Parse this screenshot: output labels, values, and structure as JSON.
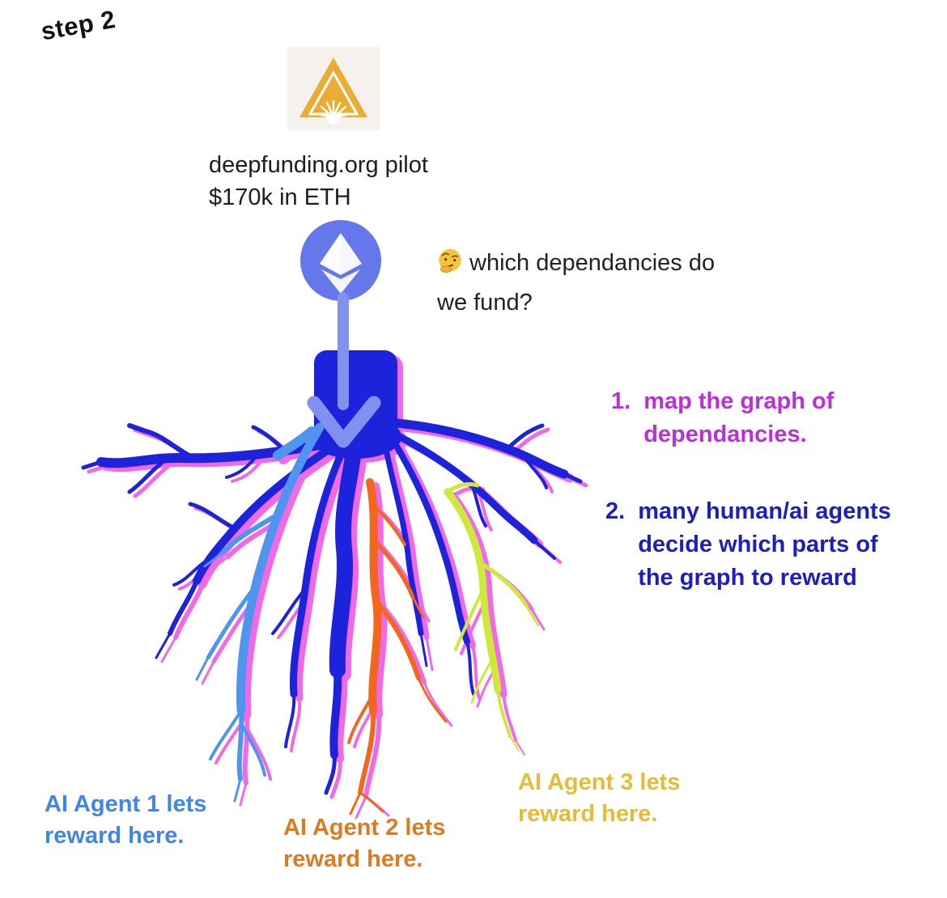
{
  "step_label": "step 2",
  "logo": {
    "icon": "deepfunding-logo"
  },
  "header": {
    "line1": "deepfunding.org pilot",
    "line2": "$170k in ETH"
  },
  "eth_coin": {
    "icon": "ethereum-icon",
    "color": "#6577eb"
  },
  "question": {
    "icon": "thinking-face-emoji",
    "text": "which dependancies do we fund?"
  },
  "numbered_steps": [
    {
      "num": "1.",
      "text": "map the graph of dependancies.",
      "color": "#bb2fd8"
    },
    {
      "num": "2.",
      "text": "many human/ai agents decide which parts of the graph to reward",
      "color": "#1e1ebe"
    }
  ],
  "agent_labels": [
    {
      "text": "AI Agent 1 lets reward here.",
      "color": "#3f86e8"
    },
    {
      "text": "AI Agent 2 lets reward here.",
      "color": "#df7a1e"
    },
    {
      "text": "AI Agent 3 lets reward here.",
      "color": "#e7bb33"
    }
  ],
  "root_colors": {
    "main": "#1c23da",
    "agent1": "#4f95f0",
    "agent2": "#f2661e",
    "agent3": "#cfe83e",
    "shadow": "#f06ae8",
    "arrow": "#8290f0"
  }
}
